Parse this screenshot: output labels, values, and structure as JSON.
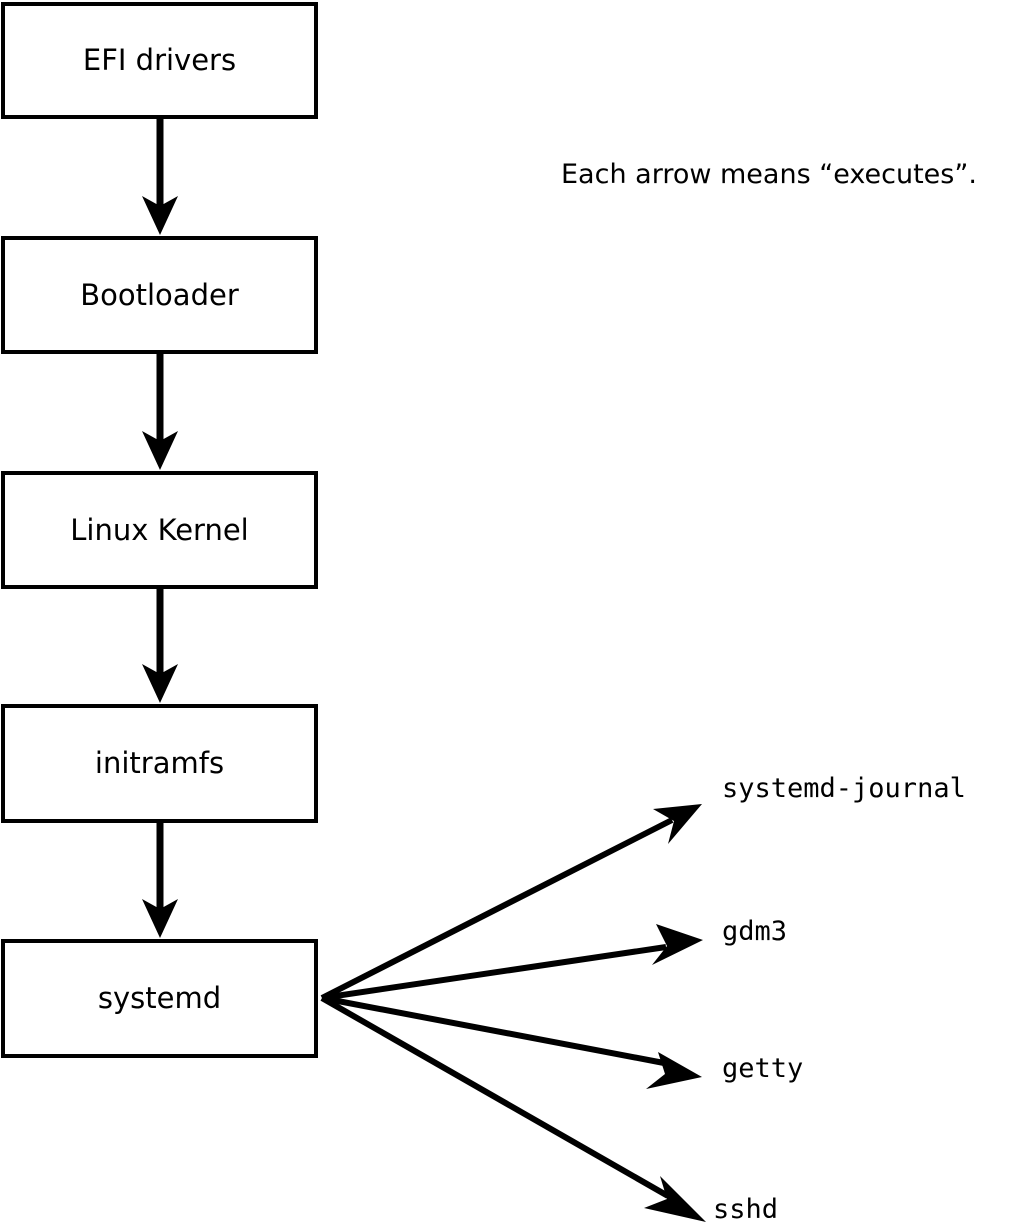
{
  "diagram": {
    "title_text": "",
    "legend": {
      "text": "Each arrow means “executes”."
    },
    "boot_chain": {
      "relation": "executes",
      "nodes": [
        {
          "id": "efi-drivers",
          "label": "EFI drivers"
        },
        {
          "id": "bootloader",
          "label": "Bootloader"
        },
        {
          "id": "linux-kernel",
          "label": "Linux Kernel"
        },
        {
          "id": "initramfs",
          "label": "initramfs"
        },
        {
          "id": "systemd",
          "label": "systemd"
        }
      ]
    },
    "systemd_children": [
      {
        "id": "systemd-journal",
        "label": "systemd-journal"
      },
      {
        "id": "gdm3",
        "label": "gdm3"
      },
      {
        "id": "getty",
        "label": "getty"
      },
      {
        "id": "sshd",
        "label": "sshd"
      }
    ],
    "colors": {
      "stroke": "#000000",
      "box_fill": "#ffffff",
      "background": "#ffffff",
      "text": "#000000"
    }
  }
}
